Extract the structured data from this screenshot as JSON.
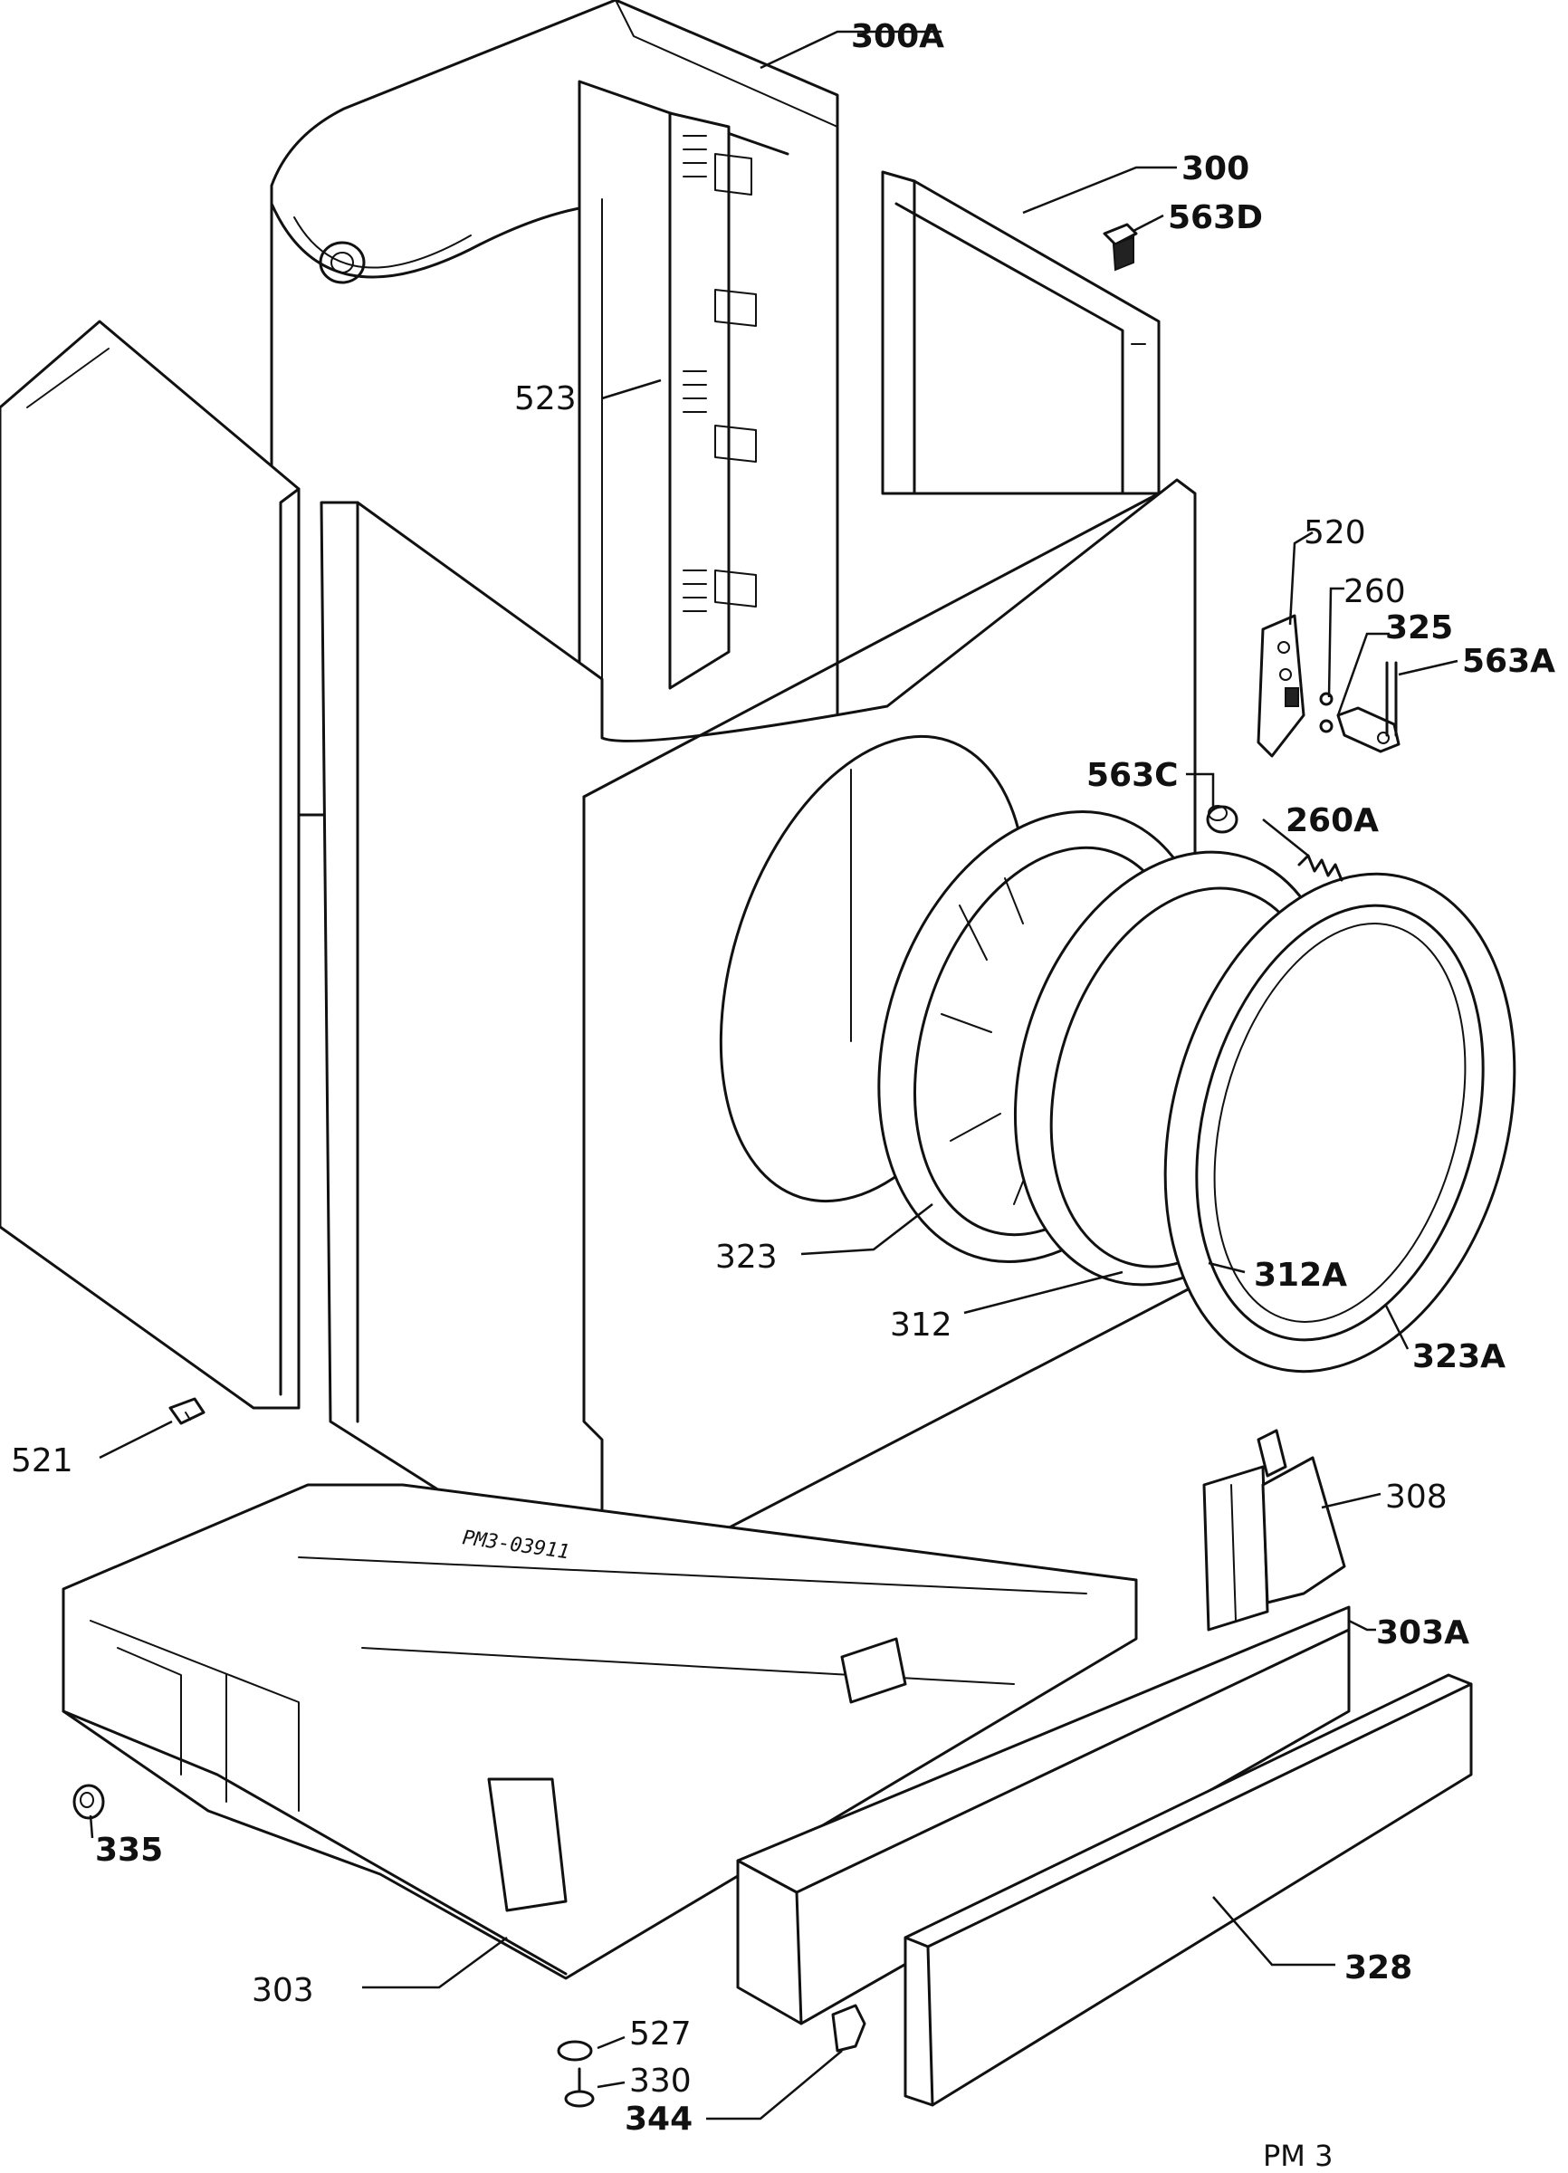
{
  "callouts": {
    "c300A": "300A",
    "c300": "300",
    "c563D": "563D",
    "c523": "523",
    "c520": "520",
    "c260": "260",
    "c325": "325",
    "c563A": "563A",
    "c563C": "563C",
    "c260A": "260A",
    "c323": "323",
    "c312": "312",
    "c312A": "312A",
    "c323A": "323A",
    "c521": "521",
    "c308": "308",
    "c303A": "303A",
    "c335": "335",
    "c303": "303",
    "c328": "328",
    "c527": "527",
    "c330": "330",
    "c344": "344"
  },
  "stamp": "PM3-03911",
  "footer_code": "PM 3"
}
